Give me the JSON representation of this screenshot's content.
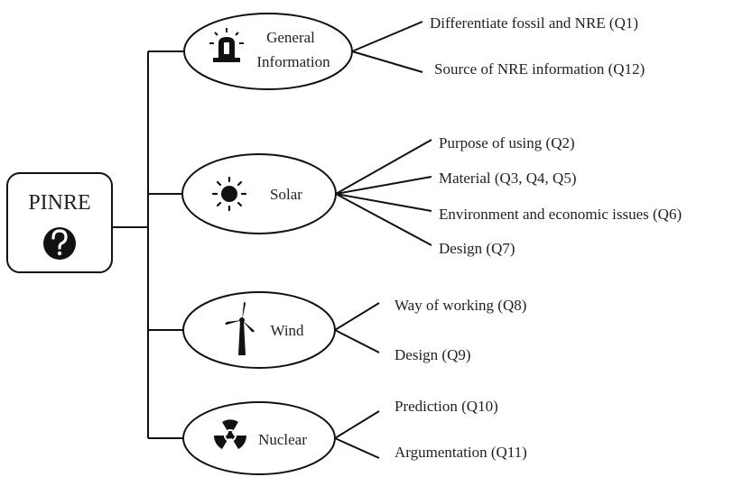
{
  "root": {
    "label": "PINRE",
    "icon": "question-circle-icon"
  },
  "categories": [
    {
      "id": "general",
      "label_lines": [
        "General",
        "Information"
      ],
      "icon": "alarm-siren-icon",
      "items": [
        "Differentiate fossil and NRE (Q1)",
        "Source of NRE information (Q12)"
      ]
    },
    {
      "id": "solar",
      "label_lines": [
        "Solar"
      ],
      "icon": "sun-icon",
      "items": [
        "Purpose of using (Q2)",
        "Material (Q3, Q4, Q5)",
        "Environment and economic issues (Q6)",
        "Design (Q7)"
      ]
    },
    {
      "id": "wind",
      "label_lines": [
        "Wind"
      ],
      "icon": "wind-turbine-icon",
      "items": [
        "Way of working (Q8)",
        "Design (Q9)"
      ]
    },
    {
      "id": "nuclear",
      "label_lines": [
        "Nuclear"
      ],
      "icon": "radiation-icon",
      "items": [
        "Prediction (Q10)",
        "Argumentation (Q11)"
      ]
    }
  ]
}
